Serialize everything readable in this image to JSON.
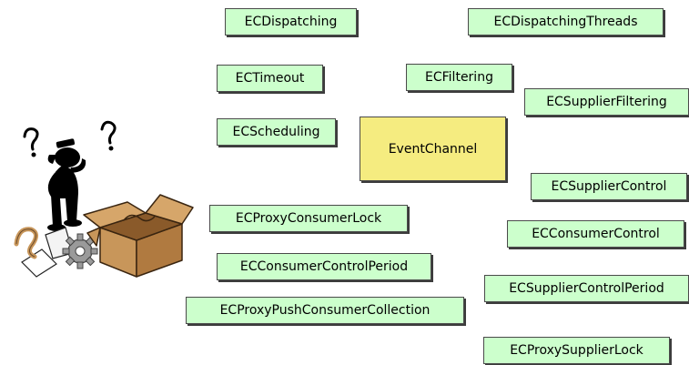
{
  "diagram": {
    "center_label": "EventChannel",
    "nodes": [
      {
        "id": "ECDispatching",
        "label": "ECDispatching"
      },
      {
        "id": "ECDispatchingThreads",
        "label": "ECDispatchingThreads"
      },
      {
        "id": "ECTimeout",
        "label": "ECTimeout"
      },
      {
        "id": "ECFiltering",
        "label": "ECFiltering"
      },
      {
        "id": "ECSupplierFiltering",
        "label": "ECSupplierFiltering"
      },
      {
        "id": "ECScheduling",
        "label": "ECScheduling"
      },
      {
        "id": "ECSupplierControl",
        "label": "ECSupplierControl"
      },
      {
        "id": "ECProxyConsumerLock",
        "label": "ECProxyConsumerLock"
      },
      {
        "id": "ECConsumerControl",
        "label": "ECConsumerControl"
      },
      {
        "id": "ECConsumerControlPeriod",
        "label": "ECConsumerControlPeriod"
      },
      {
        "id": "ECSupplierControlPeriod",
        "label": "ECSupplierControlPeriod"
      },
      {
        "id": "ECProxyPushConsumerCollection",
        "label": "ECProxyPushConsumerCollection"
      },
      {
        "id": "ECProxySupplierLock",
        "label": "ECProxySupplierLock"
      }
    ]
  },
  "illustration": {
    "icon": "confused-person-with-box-clipart",
    "colors": {
      "box": "#c8965a",
      "box_dark": "#8a5a2a",
      "figure": "#000000",
      "gear": "#9a9a9a"
    }
  },
  "colors": {
    "node_fill": "#ccffcc",
    "center_fill": "#f5ec80",
    "border": "#4a4a4a"
  }
}
